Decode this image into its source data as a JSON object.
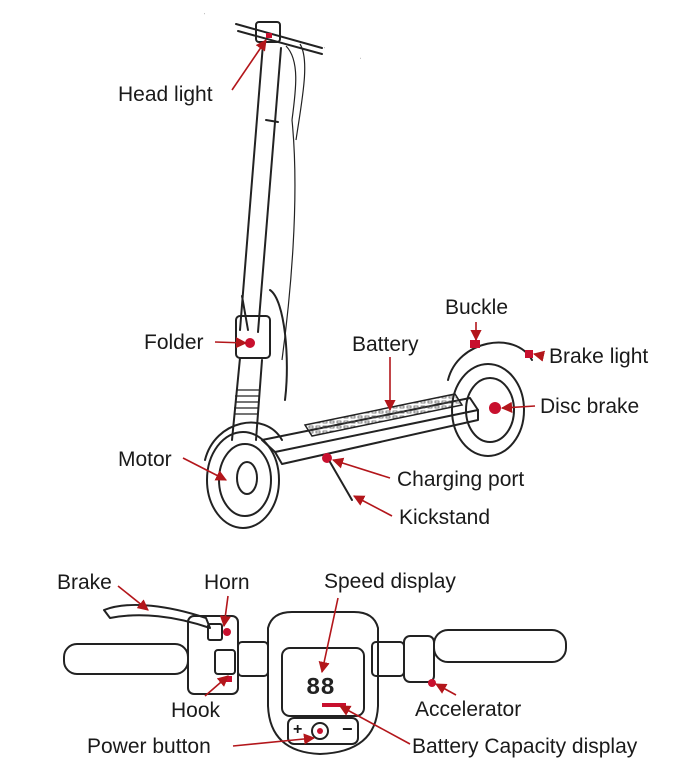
{
  "accent_color": "#c8102e",
  "scooter_labels": {
    "head_light": "Head light",
    "buckle": "Buckle",
    "brake_light": "Brake light",
    "folder": "Folder",
    "battery": "Battery",
    "disc_brake": "Disc brake",
    "motor": "Motor",
    "charging_port": "Charging port",
    "kickstand": "Kickstand"
  },
  "handlebar_labels": {
    "brake": "Brake",
    "horn": "Horn",
    "speed_display": "Speed display",
    "hook": "Hook",
    "accelerator": "Accelerator",
    "power_button": "Power button",
    "battery_capacity_display": "Battery Capacity display"
  },
  "display": {
    "speed_value": "88",
    "plus": "+",
    "minus": "−"
  }
}
